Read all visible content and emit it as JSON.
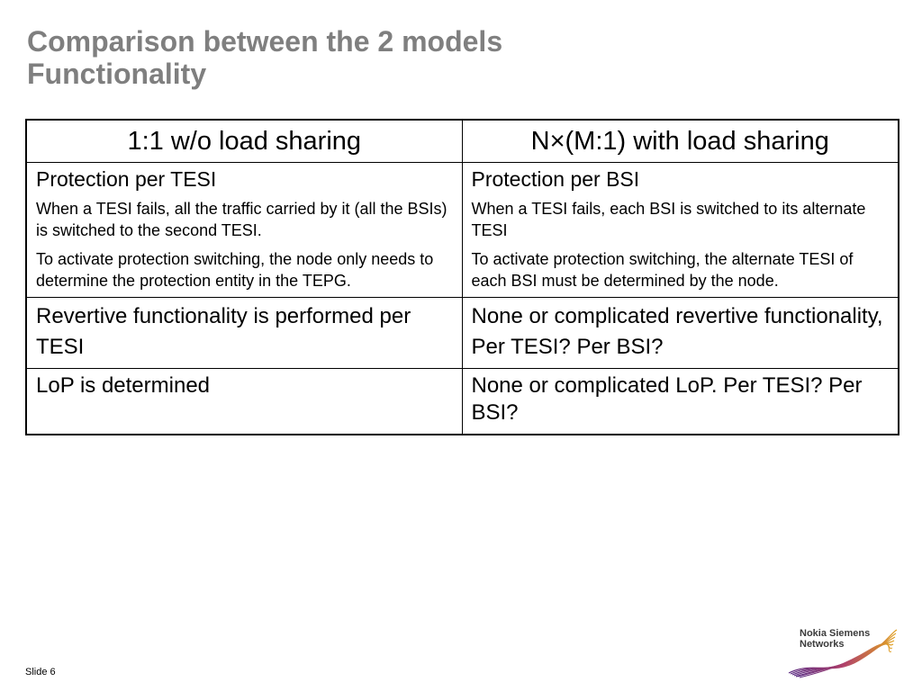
{
  "slide": {
    "title_line1": "Comparison between the 2 models",
    "title_line2": "Functionality",
    "footer": "Slide 6"
  },
  "table": {
    "headers": [
      "1:1 w/o load sharing",
      "N×(M:1) with load sharing"
    ],
    "row1": {
      "left": {
        "heading": "Protection per TESI",
        "p1": "When a TESI fails, all the traffic carried by it (all the BSIs) is switched to the second TESI.",
        "p2": "To activate protection switching, the node only needs to determine the protection entity in the TEPG."
      },
      "right": {
        "heading": "Protection per BSI",
        "p1": "When a TESI fails, each BSI is  switched to its alternate TESI",
        "p2": "To activate protection switching, the alternate TESI of each BSI must be determined by the node."
      }
    },
    "row2": {
      "left": "Revertive functionality is performed per TESI",
      "right": "None or complicated revertive functionality, Per TESI? Per BSI?"
    },
    "row3": {
      "left": "LoP is determined",
      "right": "None or complicated LoP. Per TESI? Per BSI?"
    }
  },
  "logo": {
    "line1": "Nokia Siemens",
    "line2": "Networks"
  }
}
